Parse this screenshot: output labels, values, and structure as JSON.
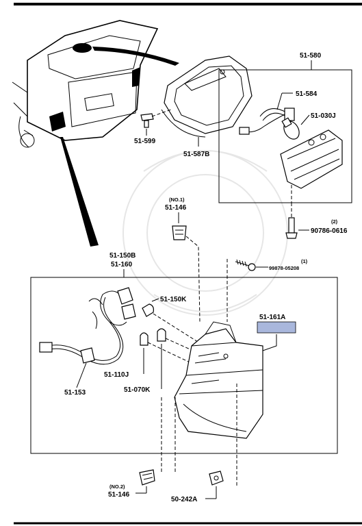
{
  "labels": {
    "p51_580": "51-580",
    "p51_584": "51-584",
    "p51_030j": "51-030J",
    "p51_599": "51-599",
    "p51_587b": "51-587B",
    "p51_146_top_note": "(NO.1)",
    "p51_146_top": "51-146",
    "p90786_qty": "(2)",
    "p90786": "90786-0616",
    "p99878_qty": "(1)",
    "p99878": "99878-05208",
    "p51_150b": "51-150B",
    "p51_160": "51-160",
    "p51_150k": "51-150K",
    "p51_161a": "51-161A",
    "p51_153": "51-153",
    "p51_110j": "51-110J",
    "p51_070k": "51-070K",
    "p51_146_bot_note": "(NO.2)",
    "p51_146_bot": "51-146",
    "p50_242a": "50-242A"
  },
  "colors": {
    "highlight": "#a9b7dc"
  }
}
